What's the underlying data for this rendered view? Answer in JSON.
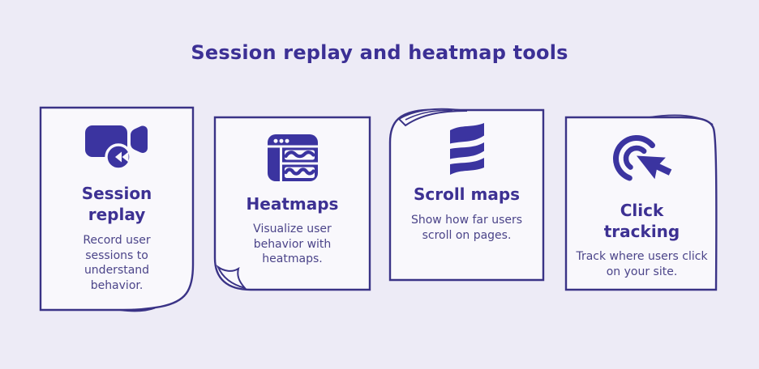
{
  "title": "Session replay and heatmap tools",
  "colors": {
    "background": "#edebf6",
    "card_background": "#f9f8fc",
    "icon_indigo": "#3b34a0",
    "card_border": "#3a3386",
    "heading_text": "#3d3193",
    "body_text": "#4b4489"
  },
  "cards": [
    {
      "title": "Session replay",
      "description": "Record user sessions to understand behavior.",
      "icon": "video-camera-rewind-icon",
      "fold_corner": "bottom-right"
    },
    {
      "title": "Heatmaps",
      "description": "Visualize user behavior with heatmaps.",
      "icon": "heatmap-window-icon",
      "fold_corner": "bottom-left"
    },
    {
      "title": "Scroll maps",
      "description": "Show how far users scroll on pages.",
      "icon": "scroll-ribbon-icon",
      "fold_corner": "top-left"
    },
    {
      "title": "Click tracking",
      "description": "Track where users click on your site.",
      "icon": "cursor-click-icon",
      "fold_corner": "top-right"
    }
  ]
}
